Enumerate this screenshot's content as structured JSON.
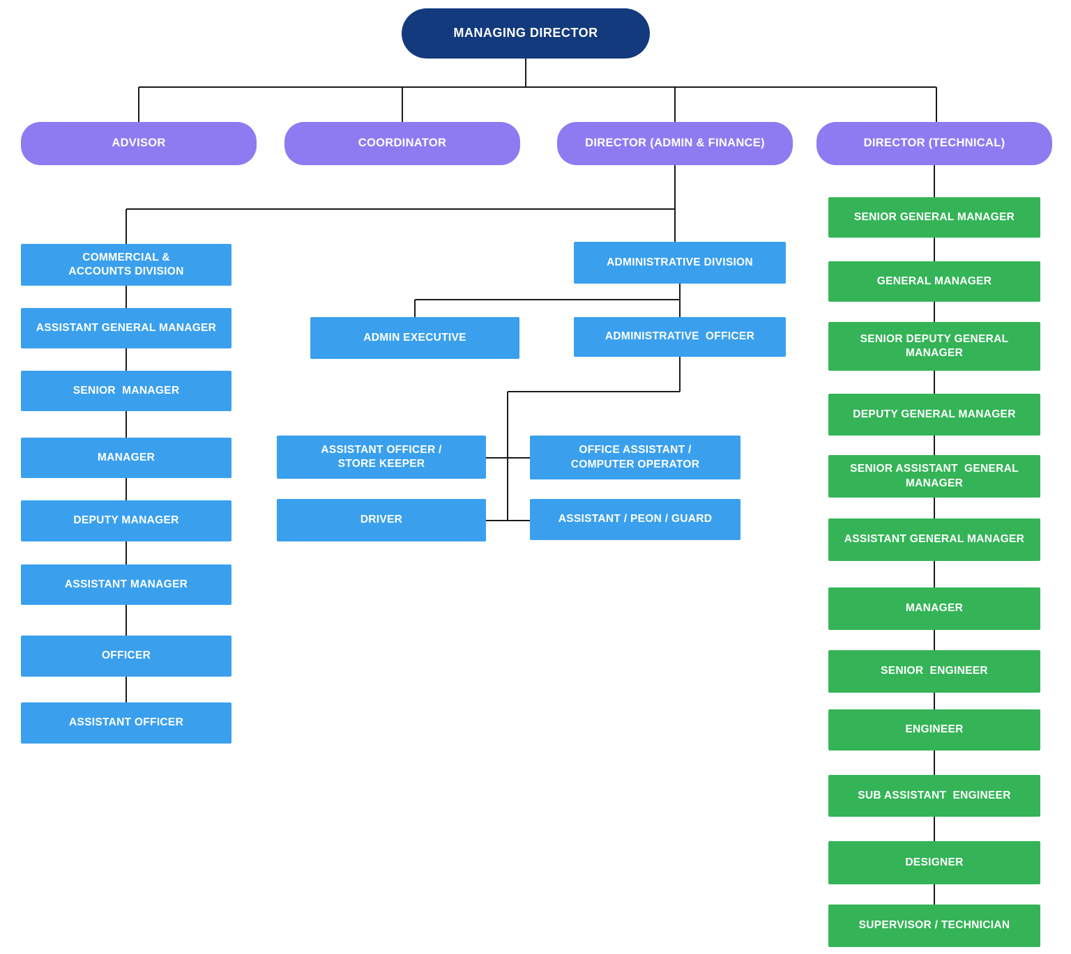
{
  "chart_title": "MANAGING DIRECTOR",
  "colors": {
    "root_navy": "#123a7d",
    "level2_purple": "#8e7bf2",
    "admin_blue": "#3aa0ee",
    "technical_green": "#34b457",
    "connector_line": "#1a1a1a",
    "background": "#ffffff",
    "text": "#ffffff"
  },
  "root": {
    "label": "MANAGING DIRECTOR"
  },
  "level2": {
    "advisor": {
      "label": "ADVISOR"
    },
    "coordinator": {
      "label": "COORDINATOR"
    },
    "director_admin_finance": {
      "label": "DIRECTOR (ADMIN & FINANCE)"
    },
    "director_technical": {
      "label": "DIRECTOR (TECHNICAL)"
    }
  },
  "commercial_accounts_chain": [
    {
      "label": "COMMERCIAL &\nACCOUNTS DIVISION"
    },
    {
      "label": "ASSISTANT GENERAL MANAGER"
    },
    {
      "label": "SENIOR  MANAGER"
    },
    {
      "label": "MANAGER"
    },
    {
      "label": "DEPUTY MANAGER"
    },
    {
      "label": "ASSISTANT MANAGER"
    },
    {
      "label": "OFFICER"
    },
    {
      "label": "ASSISTANT OFFICER"
    }
  ],
  "administrative_branch": {
    "division": {
      "label": "ADMINISTRATIVE DIVISION"
    },
    "admin_executive": {
      "label": "ADMIN EXECUTIVE"
    },
    "administrative_officer": {
      "label": "ADMINISTRATIVE  OFFICER"
    },
    "staff": [
      {
        "label": "ASSISTANT OFFICER /\nSTORE KEEPER"
      },
      {
        "label": "OFFICE ASSISTANT /\nCOMPUTER OPERATOR"
      },
      {
        "label": "DRIVER"
      },
      {
        "label": "ASSISTANT / PEON / GUARD"
      }
    ]
  },
  "technical_chain": [
    {
      "label": "SENIOR GENERAL MANAGER"
    },
    {
      "label": "GENERAL MANAGER"
    },
    {
      "label": "SENIOR DEPUTY GENERAL\nMANAGER"
    },
    {
      "label": "DEPUTY GENERAL MANAGER"
    },
    {
      "label": "SENIOR ASSISTANT  GENERAL\nMANAGER"
    },
    {
      "label": "ASSISTANT GENERAL MANAGER"
    },
    {
      "label": "MANAGER"
    },
    {
      "label": "SENIOR  ENGINEER"
    },
    {
      "label": "ENGINEER"
    },
    {
      "label": "SUB ASSISTANT  ENGINEER"
    },
    {
      "label": "DESIGNER"
    },
    {
      "label": "SUPERVISOR / TECHNICIAN"
    }
  ]
}
